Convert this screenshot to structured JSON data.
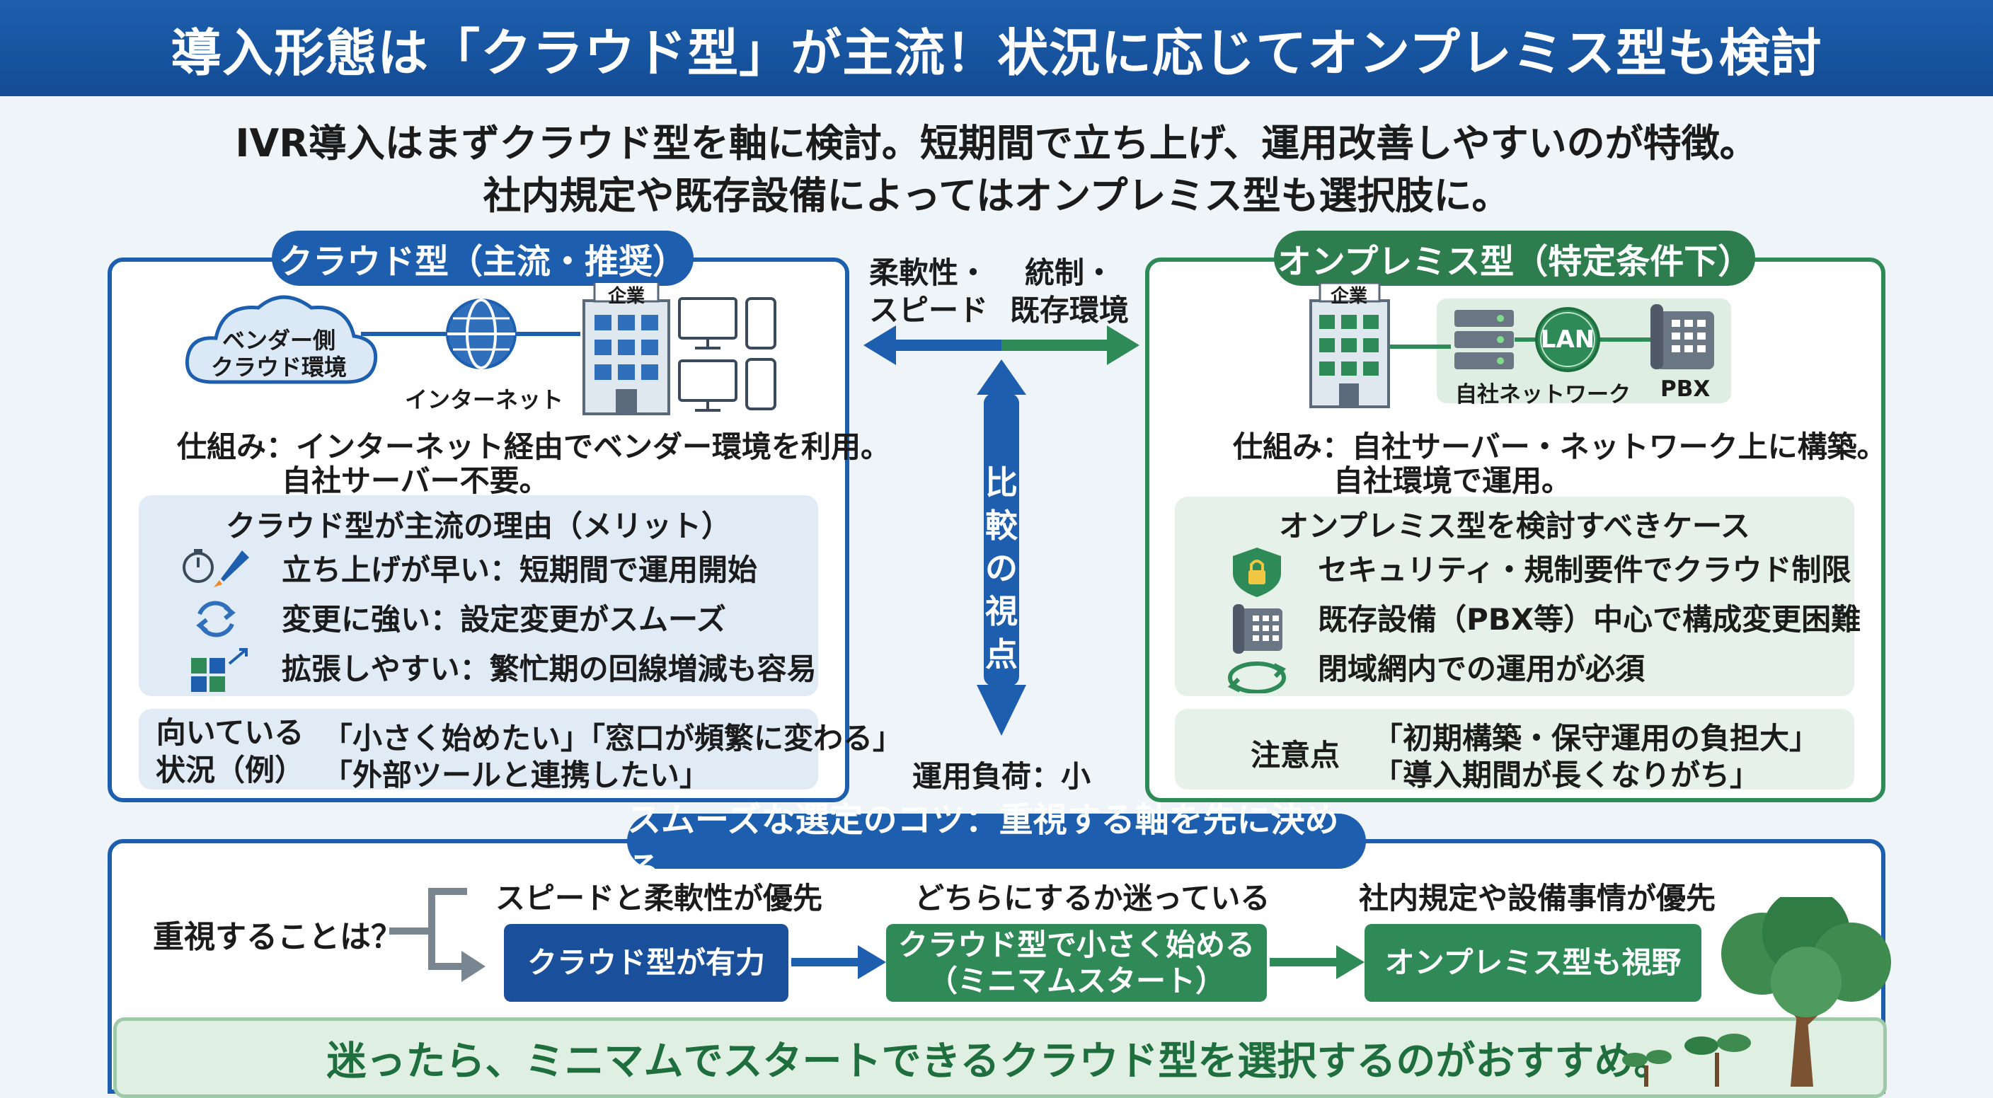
{
  "header": {
    "title": "導入形態は「クラウド型」が主流！状況に応じてオンプレミス型も検討"
  },
  "lead": {
    "line1": "IVR導入はまずクラウド型を軸に検討。短期間で立ち上げ、運用改善しやすいのが特徴。",
    "line2": "社内規定や既存設備によってはオンプレミス型も選択肢に。"
  },
  "cloud": {
    "title": "クラウド型（主流・推奨）",
    "diagram": {
      "vendor_line1": "ベンダー側",
      "vendor_line2": "クラウド環境",
      "internet_label": "インターネット",
      "company_sign": "企業"
    },
    "mechanism_line1": "仕組み：インターネット経由でベンダー環境を利用。",
    "mechanism_line2": "自社サーバー不要。",
    "merits_title": "クラウド型が主流の理由（メリット）",
    "merits": [
      {
        "icon": "stopwatch-rocket-icon",
        "text": "立ち上げが早い：短期間で運用開始"
      },
      {
        "icon": "refresh-icon",
        "text": "変更に強い：設定変更がスムーズ"
      },
      {
        "icon": "expand-blocks-icon",
        "text": "拡張しやすい：繁忙期の回線増減も容易"
      }
    ],
    "fit_label_line1": "向いている",
    "fit_label_line2": "状況（例）",
    "fit_line1": "「小さく始めたい」「窓口が頻繁に変わる」",
    "fit_line2": "「外部ツールと連携したい」"
  },
  "compare": {
    "left_line1": "柔軟性・",
    "left_line2": "スピード",
    "right_line1": "統制・",
    "right_line2": "既存環境",
    "axis_label": "比較の視点",
    "bottom_label": "運用負荷：小"
  },
  "onprem": {
    "title": "オンプレミス型（特定条件下）",
    "diagram": {
      "company_sign": "企業",
      "lan_label": "LAN",
      "network_label": "自社ネットワーク",
      "pbx_label": "PBX"
    },
    "mechanism_line1": "仕組み：自社サーバー・ネットワーク上に構築。",
    "mechanism_line2": "自社環境で運用。",
    "cases_title": "オンプレミス型を検討すべきケース",
    "cases": [
      {
        "icon": "shield-lock-icon",
        "text": "セキュリティ・規制要件でクラウド制限"
      },
      {
        "icon": "phone-icon",
        "text": "既存設備（PBX等）中心で構成変更困難"
      },
      {
        "icon": "cycle-icon",
        "text": "閉域網内での運用が必須"
      }
    ],
    "caution_label": "注意点",
    "caution_line1": "「初期構築・保守運用の負担大」",
    "caution_line2": "「導入期間が長くなりがち」"
  },
  "tips": {
    "title": "スムーズな選定のコツ：重視する軸を先に決める",
    "question": "重視することは？",
    "col1_label": "スピードと柔軟性が優先",
    "col1_button": "クラウド型が有力",
    "col2_label": "どちらにするか迷っている",
    "col2_button_line1": "クラウド型で小さく始める",
    "col2_button_line2": "（ミニマムスタート）",
    "col3_label": "社内規定や設備事情が優先",
    "col3_button": "オンプレミス型も視野",
    "banner": "迷ったら、ミニマムでスタートできるクラウド型を選択するのがおすすめ。"
  },
  "colors": {
    "primary_blue": "#1d5fae",
    "primary_green": "#2e8b57",
    "background": "#eef4f8"
  }
}
